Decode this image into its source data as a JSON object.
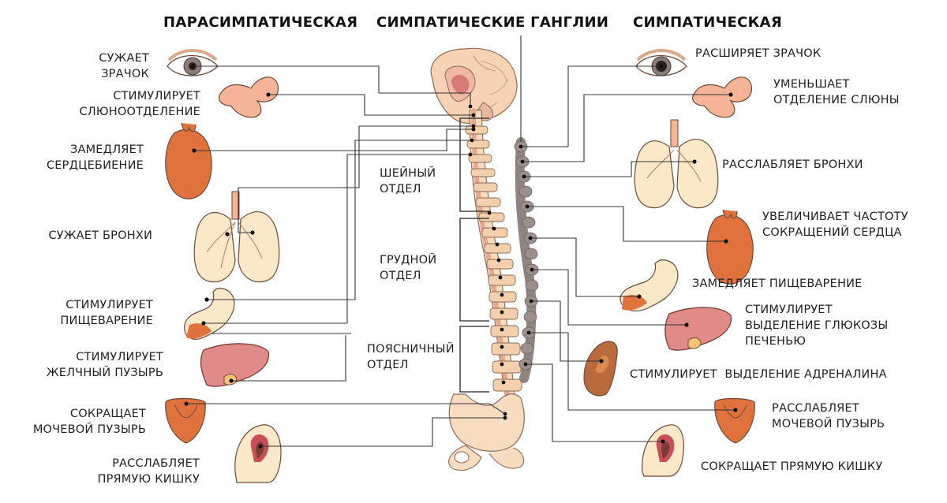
{
  "headers": {
    "parasympathetic": "ПАРАСИМПАТИЧЕСКАЯ",
    "ganglia": "СИМПАТИЧЕСКИЕ ГАНГЛИИ",
    "sympathetic": "СИМПАТИЧЕСКАЯ"
  },
  "spine_sections": {
    "cervical": "ШЕЙНЫЙ\nОТДЕЛ",
    "thoracic": "ГРУДНОЙ\nОТДЕЛ",
    "lumbar": "ПОЯСНИЧНЫЙ\nОТДЕЛ"
  },
  "parasympathetic_effects": [
    "СУЖАЕТ\nЗРАЧОК",
    "СТИМУЛИРУЕТ\nСЛЮНООТДЕЛЕНИЕ",
    "ЗАМЕДЛЯЕТ\nСЕРДЦЕБИЕНИЕ",
    "СУЖАЕТ БРОНХИ",
    "СТИМУЛИРУЕТ\nПИЩЕВАРЕНИЕ",
    "СТИМУЛИРУЕТ\nЖЕЛЧНЫЙ ПУЗЫРЬ",
    "СОКРАЩАЕТ\nМОЧЕВОЙ ПУЗЫРЬ",
    "РАССЛАБЛЯЕТ\nПРЯМУЮ КИШКУ"
  ],
  "sympathetic_effects": [
    "РАСШИРЯЕТ ЗРАЧОК",
    "УМЕНЬШАЕТ\nОТДЕЛЕНИЕ СЛЮНЫ",
    "РАССЛАБЛЯЕТ БРОНХИ",
    "УВЕЛИЧИВАЕТ ЧАСТОТУ\nСОКРАЩЕНИЙ СЕРДЦА",
    "ЗАМЕДЛЯЕТ ПИЩЕВАРЕНИЕ",
    "СТИМУЛИРУЕТ\nВЫДЕЛЕНИЕ ГЛЮКОЗЫ\nПЕЧЕНЬЮ",
    "СТИМУЛИРУЕТ  ВЫДЕЛЕНИЕ АДРЕНАЛИНА",
    "РАССЛАБЛЯЕТ\nМОЧЕВОЙ ПУЗЫРЬ",
    "СОКРАЩАЕТ ПРЯМУЮ КИШКУ"
  ],
  "colors": {
    "bone": "#f7dcc0",
    "bone_outline": "#8a6a55",
    "brain": "#f8d2b4",
    "organ_orange": "#e0733d",
    "organ_pink": "#e08a8a",
    "organ_dark": "#7a3e36",
    "ganglia": "#9b8f8c",
    "lung": "#fbe8c8",
    "line": "#333333"
  }
}
